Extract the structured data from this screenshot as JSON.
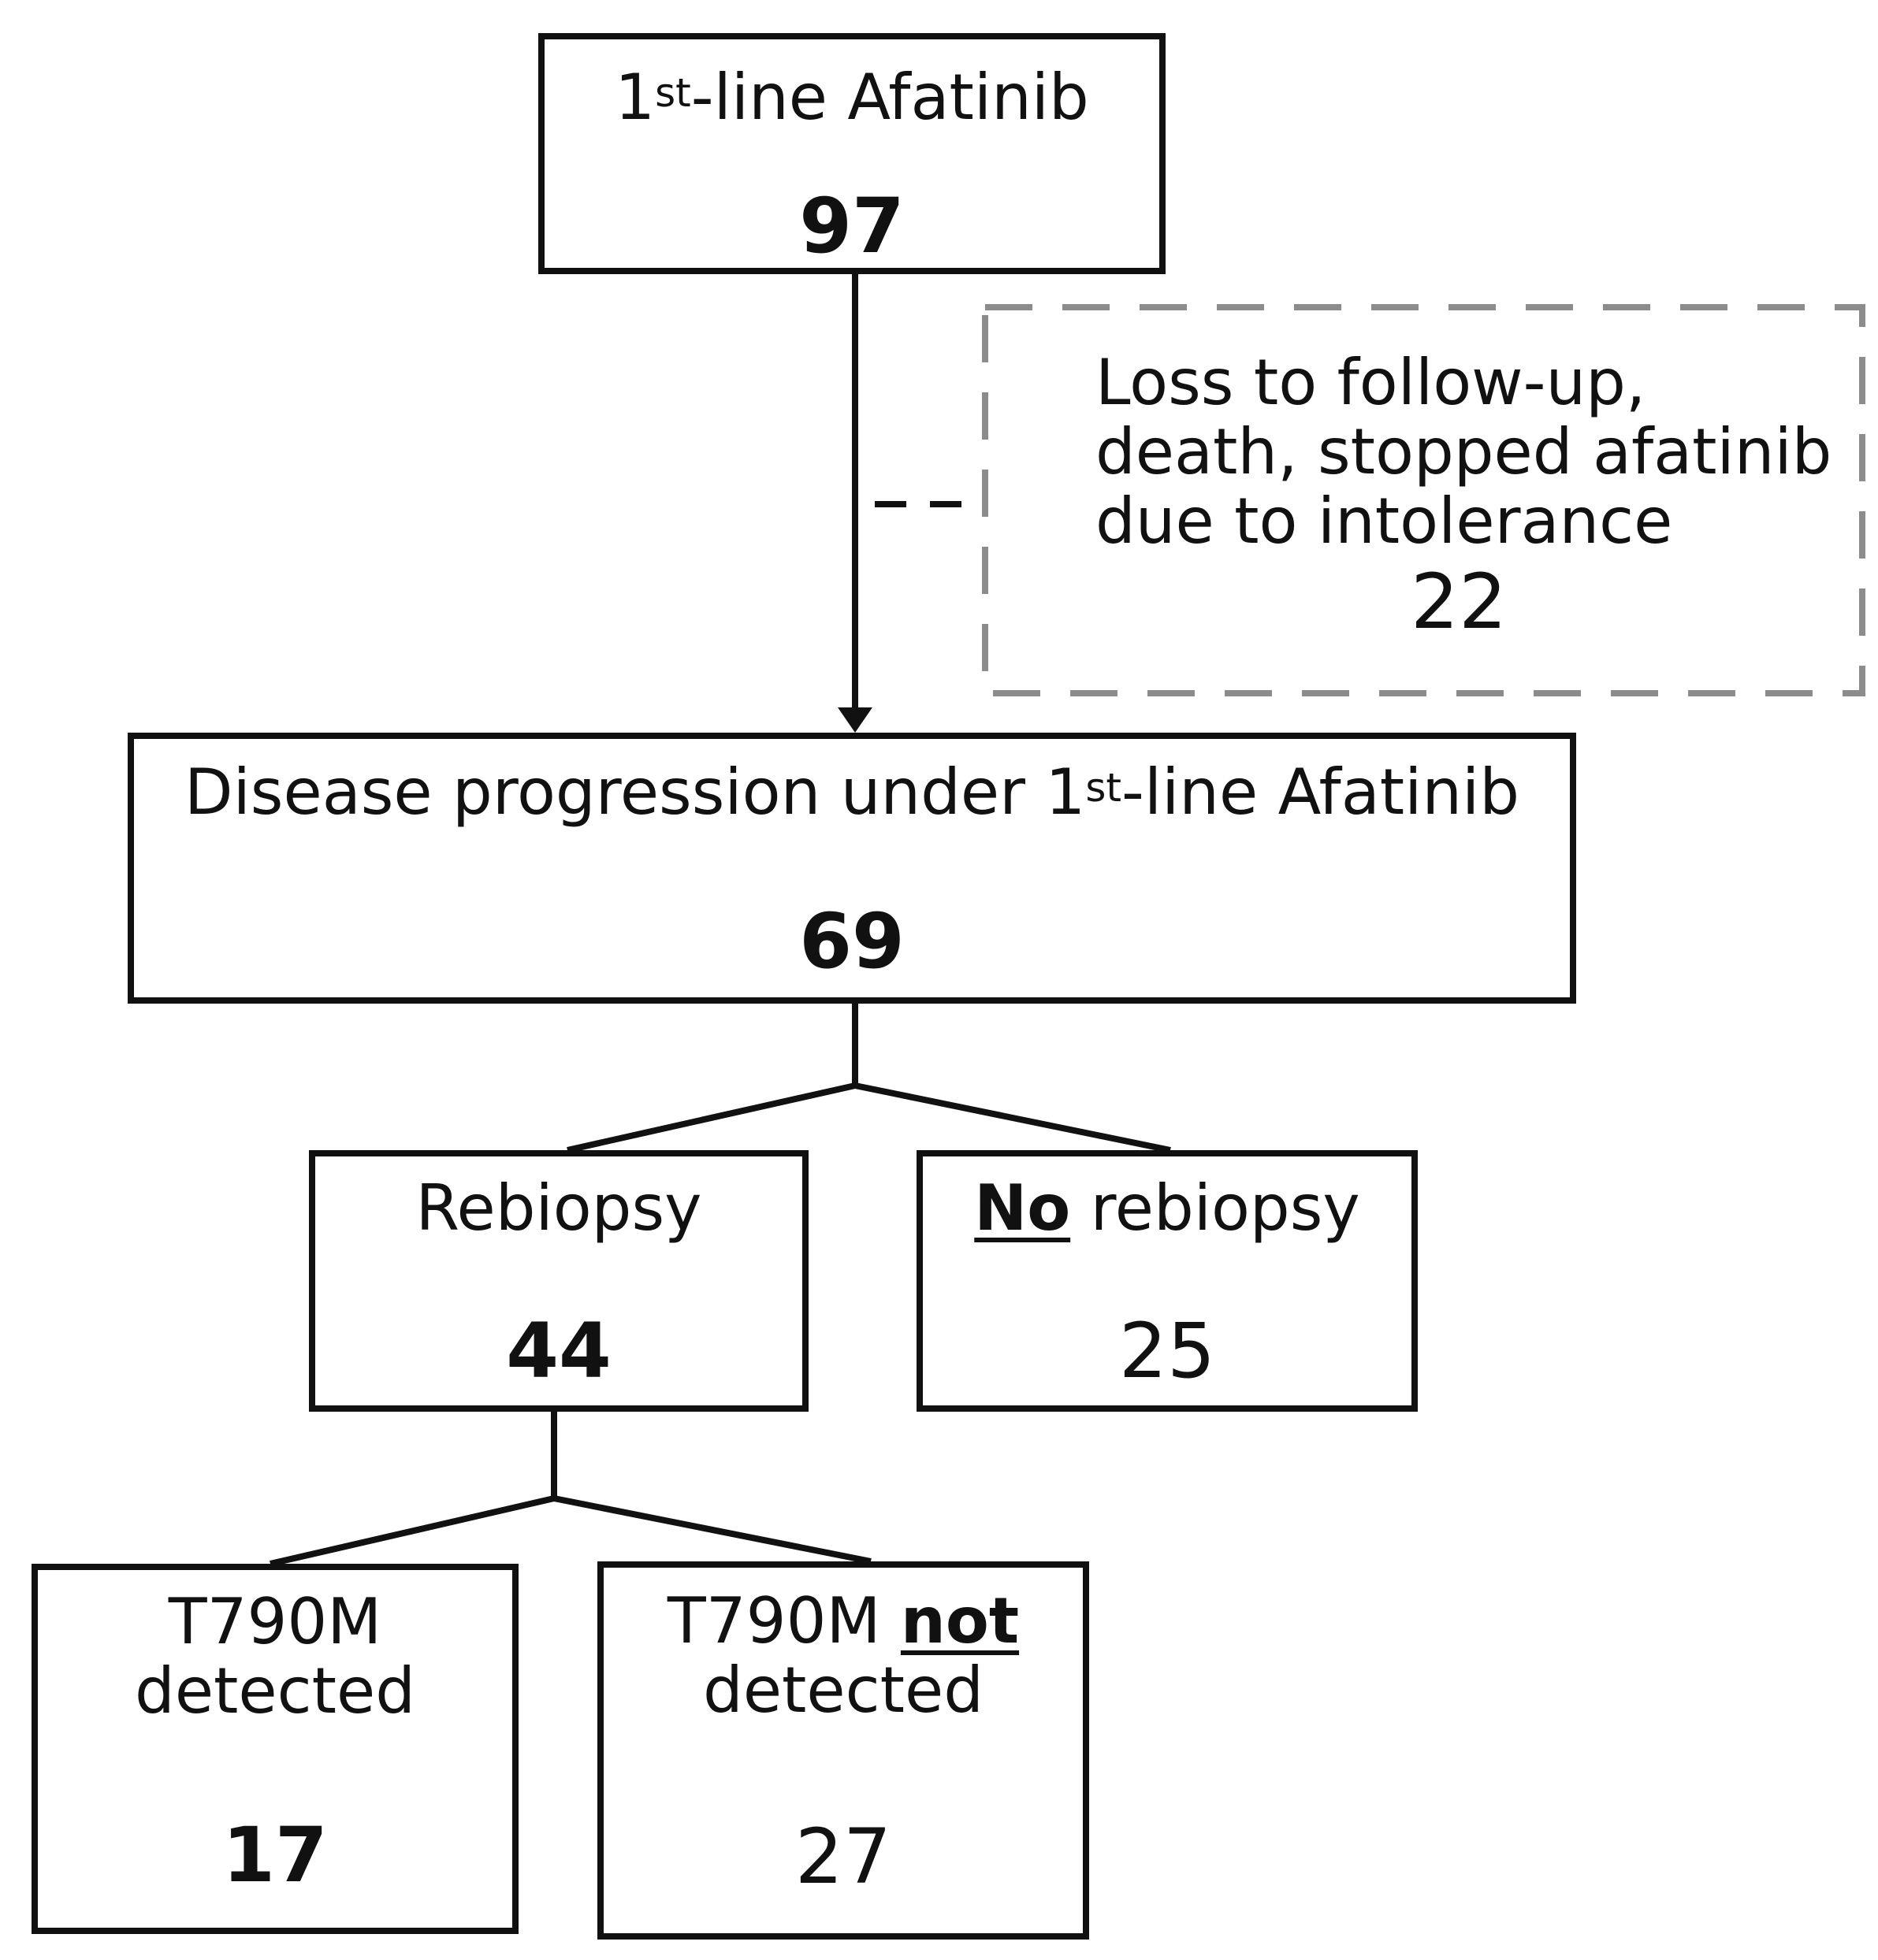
{
  "nodes": {
    "first_line": {
      "label_prefix": "1",
      "label_sup": "st",
      "label_suffix": "-line Afatinib",
      "count": "97"
    },
    "excluded": {
      "lines": [
        "Loss to follow-up,",
        "death, stopped afatinib",
        "due to intolerance"
      ],
      "count": "22"
    },
    "progression": {
      "label_prefix": "Disease progression under 1",
      "label_sup": "st",
      "label_suffix": "-line Afatinib",
      "count": "69"
    },
    "rebiopsy": {
      "label": "Rebiopsy",
      "count": "44"
    },
    "no_rebiopsy": {
      "label_emphasis": "No",
      "label_rest": " rebiopsy",
      "count": "25"
    },
    "t790m_detected": {
      "lines": [
        "T790M",
        "detected"
      ],
      "count": "17"
    },
    "t790m_not_detected": {
      "line1_prefix": "T790M ",
      "line1_emphasis": "not",
      "line2": "detected",
      "count": "27"
    }
  },
  "colors": {
    "stroke": "#111111",
    "dashed_stroke": "#8c8c8c",
    "background": "#ffffff"
  }
}
